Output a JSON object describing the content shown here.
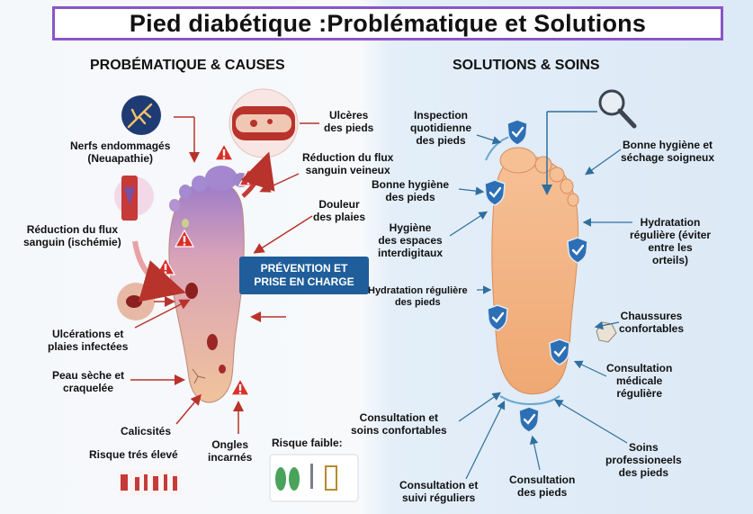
{
  "title": "Pied diabétique :Problématique et Solutions",
  "left_section": {
    "heading": "PROBÉMATIQUE & CAUSES",
    "labels": {
      "nerves": "Nerfs endommagés\n(Neuapathie)",
      "ischemia": "Réduction du flux\nsanguin (ischémie)",
      "ulcers": "Ulcérations et\nplaies infectées",
      "dry_skin": "Peau sèche et\ncraquelée",
      "calluses": "Calicsités",
      "ingrown": "Ongles\nincarnés",
      "high_risk": "Risque trés élevé",
      "low_risk": "Risque faible:",
      "foot_ulcers": "Ulcères\ndes pieds",
      "venous": "Réduction du flux\nsanguin veineux",
      "pain": "Douleur\ndes plaies"
    }
  },
  "center_badge": "PRÉVENTION ET\nPRISE EN CHARGE",
  "right_section": {
    "heading": "SOLUTIONS & SOINS",
    "labels": {
      "inspection": "Inspection\nquotidienne\ndes pieds",
      "hygiene_left": "Bonne hygiène\ndes pieds",
      "interdigital": "Hygiène\ndes espaces\ninterdigitaux",
      "hydration_left": "Hydratation régulière\ndes pieds",
      "consult_comfort": "Consultation et\nsoins confortables",
      "consult_follow": "Consultation et\nsuivi réguliers",
      "consult_feet": "Consultation\ndes pieds",
      "professional": "Soins\nprofessioneels\ndes pieds",
      "medical": "Consultation\nmédicale\nrégulière",
      "shoes": "Chaussures\nconfortables",
      "hydration_right": "Hydratation\nrégulière (éviter\nentre les\norteils)",
      "hygiene_right": "Bonne hygiène et\nséchage soigneux"
    }
  },
  "colors": {
    "title_border": "#8a55c9",
    "arrow_red": "#b8332c",
    "arrow_blue": "#2f6f9f",
    "badge_blue": "#1f5e9b",
    "shield_blue": "#2d6fb5",
    "foot_right": "#f3b27f",
    "warning_red": "#d9302a"
  }
}
